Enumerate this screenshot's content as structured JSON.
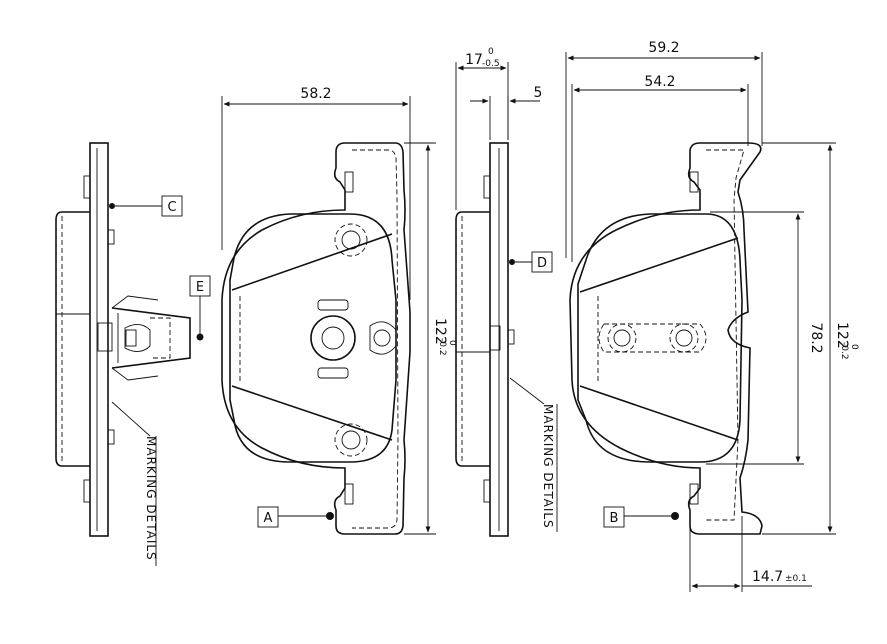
{
  "dimensions": {
    "pad_width": "58.2",
    "thickness_base": "17",
    "thickness_tol_upper": "0",
    "thickness_tol_lower": "-0.5",
    "backplate_thickness": "5",
    "overall_width": "59.2",
    "inner_width": "54.2",
    "height_base": "122",
    "height_tol_upper": "0",
    "height_tol_lower": "-0.2",
    "lining_height": "78.2",
    "tab_offset_base": "14.7",
    "tab_offset_tol": "±0.1"
  },
  "callouts": {
    "a": "A",
    "b": "B",
    "c": "C",
    "d": "D",
    "e": "E"
  },
  "notes": {
    "marking_details": "MARKING  DETAILS"
  }
}
